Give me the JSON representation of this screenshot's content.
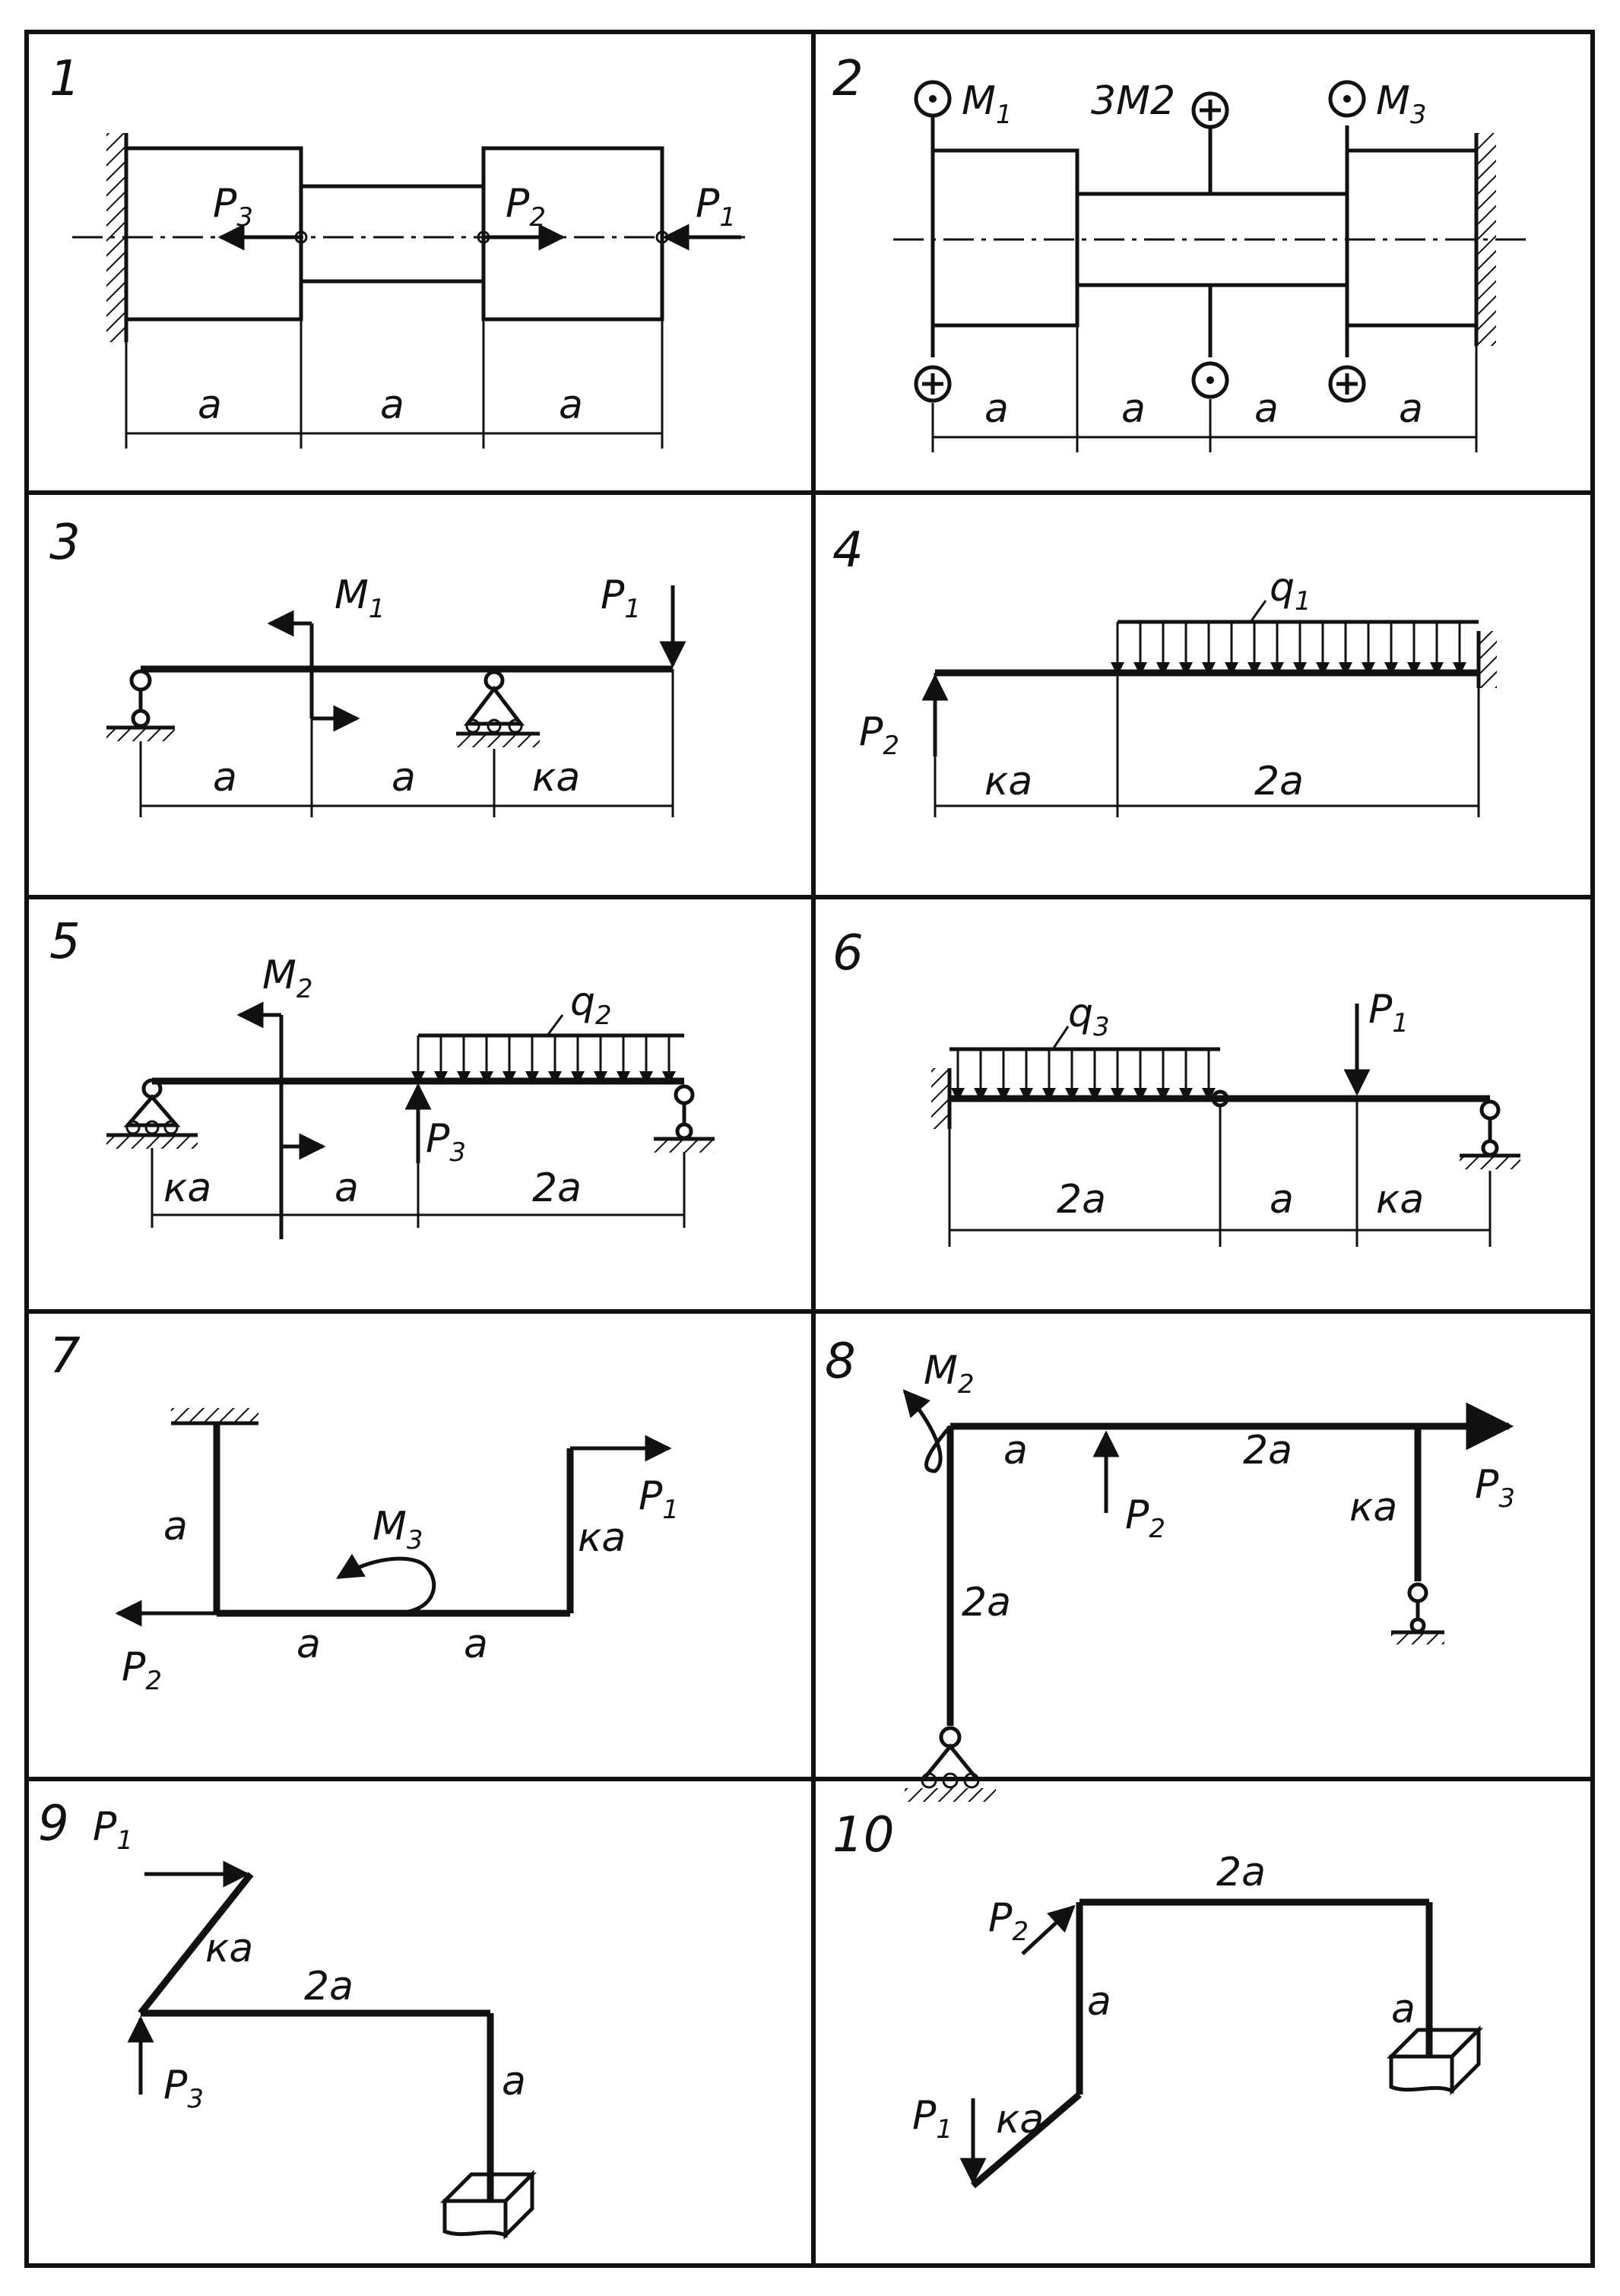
{
  "panels": [
    {
      "number": "1",
      "labels": {
        "p3": "P3",
        "p2": "P2",
        "p1": "P1",
        "a1": "a",
        "a2": "a",
        "a3": "a"
      }
    },
    {
      "number": "2",
      "labels": {
        "m1": "M1",
        "m2": "3M2",
        "m3": "M3",
        "a1": "a",
        "a2": "a",
        "a3": "a",
        "a4": "a"
      }
    },
    {
      "number": "3",
      "labels": {
        "m1": "M1",
        "p1": "P1",
        "a1": "a",
        "a2": "a",
        "ka": "ка"
      }
    },
    {
      "number": "4",
      "labels": {
        "q1": "q1",
        "p2": "P2",
        "ka": "ка",
        "a2": "2a"
      }
    },
    {
      "number": "5",
      "labels": {
        "m2": "M2",
        "q2": "q2",
        "p3": "P3",
        "ka": "ка",
        "a1": "a",
        "a2": "2a"
      }
    },
    {
      "number": "6",
      "labels": {
        "q3": "q3",
        "p1": "P1",
        "a2": "2a",
        "a1": "a",
        "ka": "ка"
      }
    },
    {
      "number": "7",
      "labels": {
        "a1": "a",
        "m3": "M3",
        "p1": "P1",
        "ka": "ка",
        "p2": "P2",
        "a2": "a",
        "a3": "a"
      }
    },
    {
      "number": "8",
      "labels": {
        "m2": "M2",
        "a1": "a",
        "a2": "2a",
        "p3": "P3",
        "p2": "P2",
        "ka": "ка",
        "a3": "2a"
      }
    },
    {
      "number": "9",
      "labels": {
        "p1": "P1",
        "ka": "ка",
        "a2": "2a",
        "p3": "P3",
        "a1": "a"
      }
    },
    {
      "number": "10",
      "labels": {
        "p2": "P2",
        "a2": "2a",
        "a1": "a",
        "a3": "a",
        "p1": "P1",
        "ka": "ка"
      }
    }
  ]
}
